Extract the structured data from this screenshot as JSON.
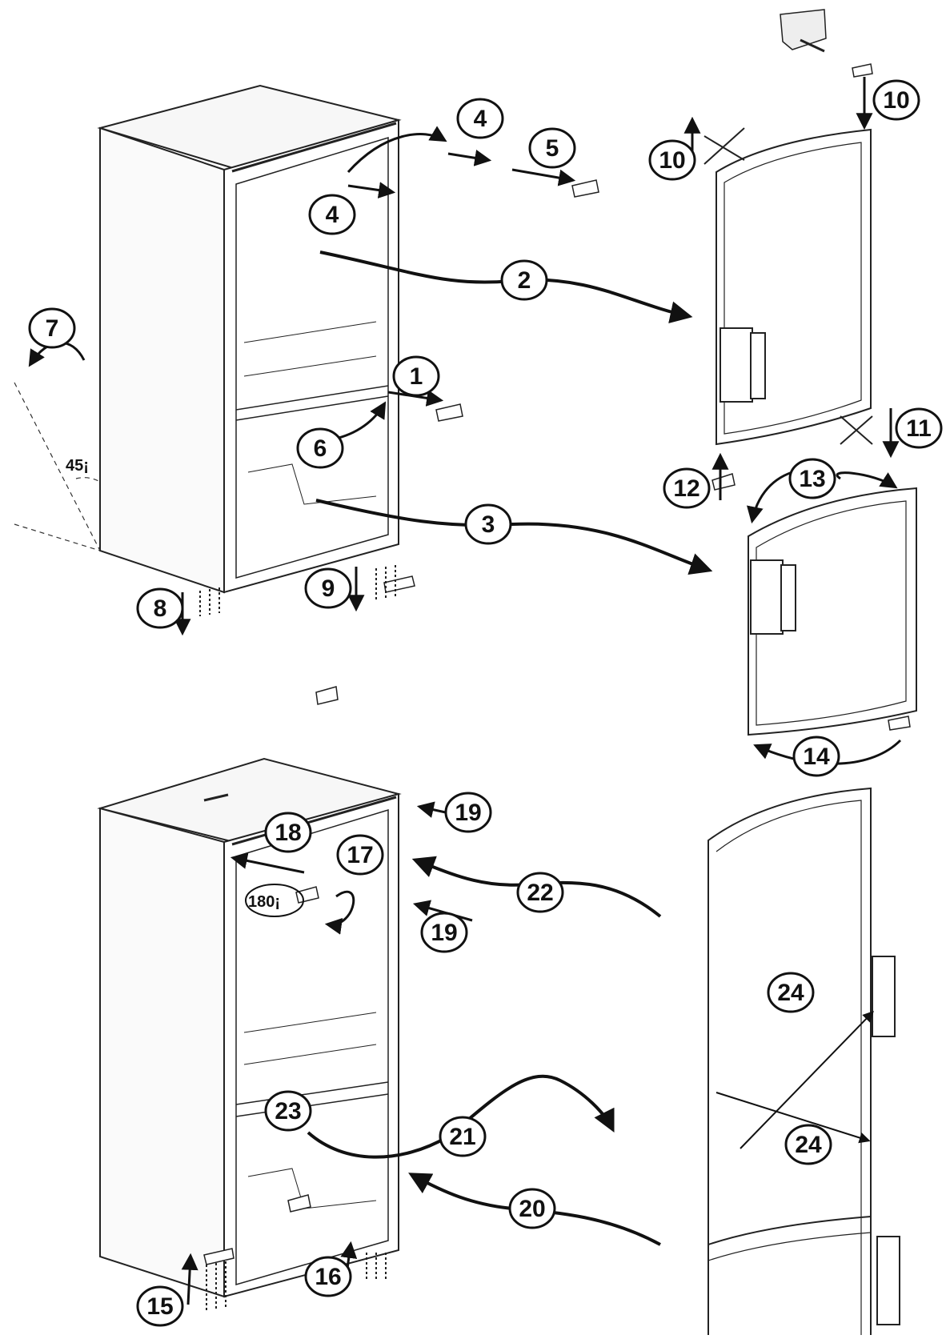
{
  "colors": {
    "ink": "#111111",
    "paper": "#ffffff",
    "shade": "#e6e6e6"
  },
  "steps": [
    {
      "id": "s1",
      "label": "1"
    },
    {
      "id": "s2",
      "label": "2"
    },
    {
      "id": "s3",
      "label": "3"
    },
    {
      "id": "s4a",
      "label": "4"
    },
    {
      "id": "s4b",
      "label": "4"
    },
    {
      "id": "s5",
      "label": "5"
    },
    {
      "id": "s6",
      "label": "6"
    },
    {
      "id": "s7",
      "label": "7"
    },
    {
      "id": "s8",
      "label": "8"
    },
    {
      "id": "s9",
      "label": "9"
    },
    {
      "id": "s10a",
      "label": "10"
    },
    {
      "id": "s10b",
      "label": "10"
    },
    {
      "id": "s11",
      "label": "11"
    },
    {
      "id": "s12",
      "label": "12"
    },
    {
      "id": "s13",
      "label": "13"
    },
    {
      "id": "s14",
      "label": "14"
    },
    {
      "id": "s15",
      "label": "15"
    },
    {
      "id": "s16",
      "label": "16"
    },
    {
      "id": "s17",
      "label": "17"
    },
    {
      "id": "s18",
      "label": "18"
    },
    {
      "id": "s19a",
      "label": "19"
    },
    {
      "id": "s19b",
      "label": "19"
    },
    {
      "id": "s20",
      "label": "20"
    },
    {
      "id": "s21",
      "label": "21"
    },
    {
      "id": "s22",
      "label": "22"
    },
    {
      "id": "s23",
      "label": "23"
    },
    {
      "id": "s24a",
      "label": "24"
    },
    {
      "id": "s24b",
      "label": "24"
    }
  ],
  "angles": {
    "tilt": "45¡",
    "rotate": "180¡"
  }
}
